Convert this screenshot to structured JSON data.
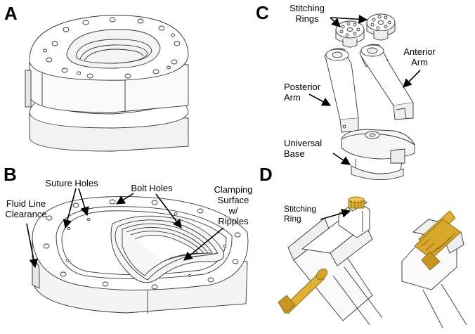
{
  "panels": {
    "a": {
      "letter": "A"
    },
    "b": {
      "letter": "B",
      "labels": {
        "fluid_line_1": "Fluid Line",
        "fluid_line_2": "Clearance",
        "suture_holes": "Suture Holes",
        "bolt_holes": "Bolt Holes",
        "clamping_1": "Clamping",
        "clamping_2": "Surface",
        "clamping_3": "w/",
        "clamping_4": "Ripples"
      }
    },
    "c": {
      "letter": "C",
      "labels": {
        "stitching_1": "Stitching",
        "stitching_2": "Rings",
        "anterior_1": "Anterior",
        "anterior_2": "Arm",
        "posterior_1": "Posterior",
        "posterior_2": "Arm",
        "universal_1": "Universal",
        "universal_2": "Base"
      }
    },
    "d": {
      "letter": "D",
      "labels": {
        "stitching_ring_1": "Stitching",
        "stitching_ring_2": "Ring"
      }
    }
  },
  "colors": {
    "outline": "#333333",
    "face_light": "#ffffff",
    "face_shade": "#eeeeee",
    "screw_gold": "#e0b030",
    "screw_dark": "#b8860b"
  }
}
